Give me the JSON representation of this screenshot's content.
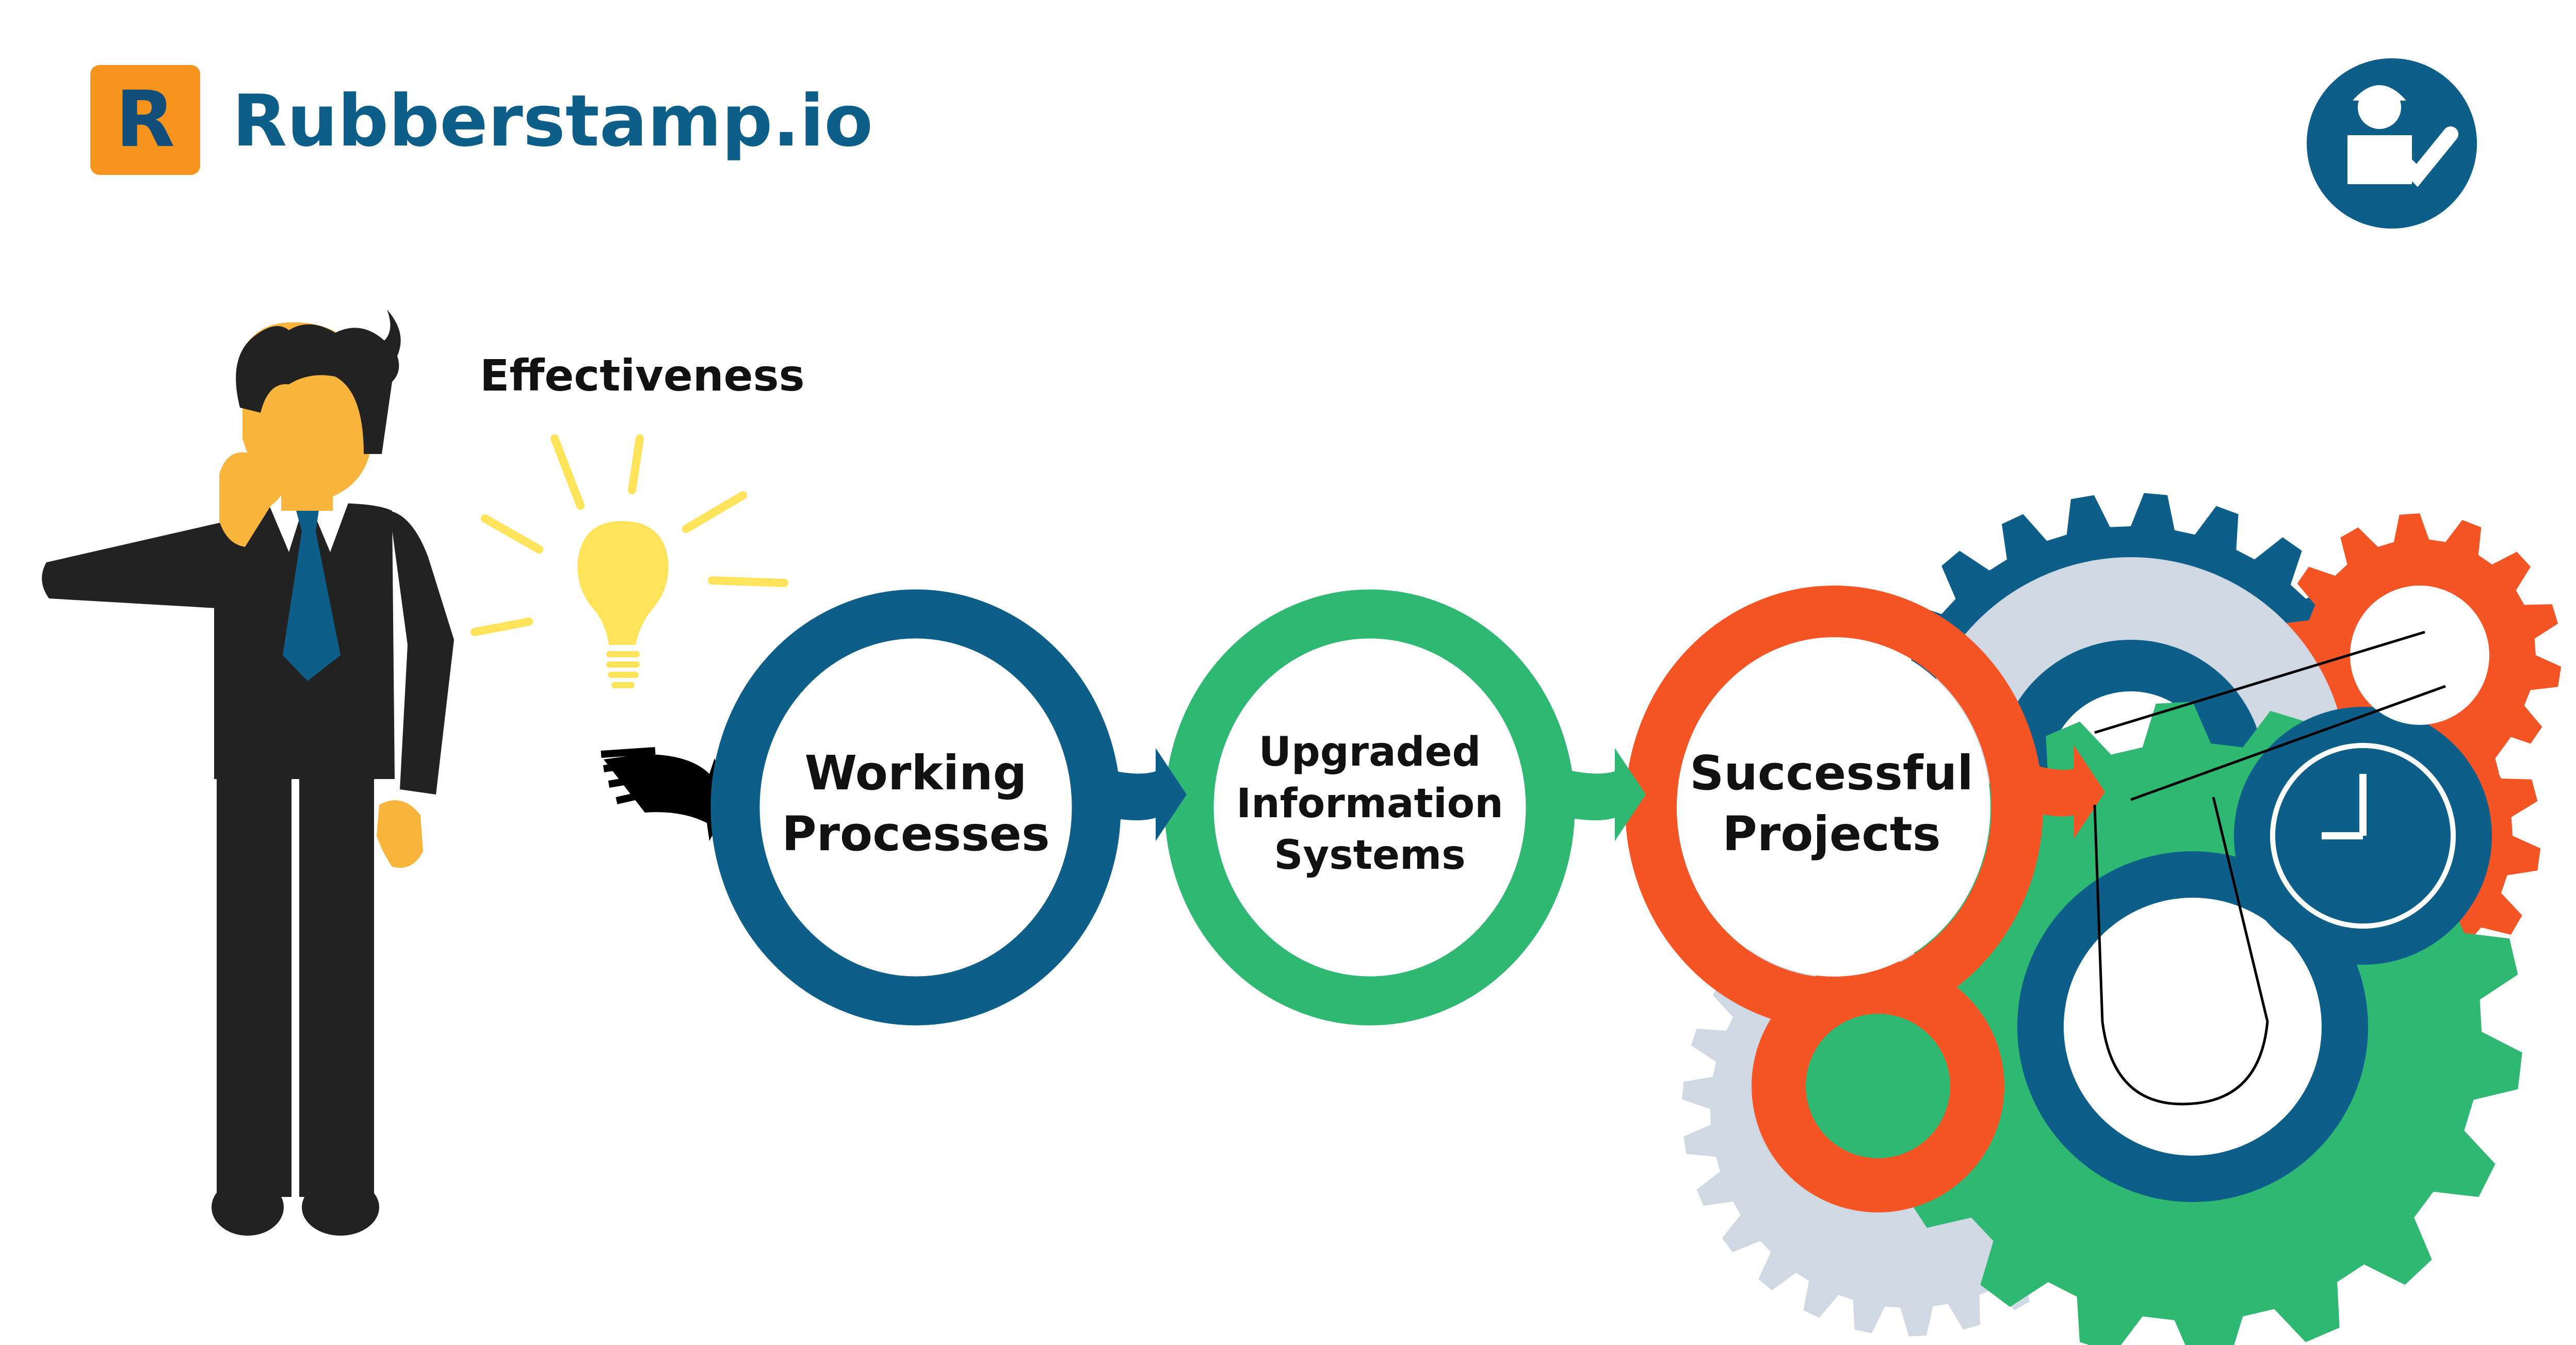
{
  "brand": {
    "letter": "R",
    "name": "Rubberstamp.io",
    "box_color": "#F7941D",
    "letter_color": "#114E7A",
    "name_color": "#0E5E8A"
  },
  "badge": {
    "icon": "engineer-check-icon",
    "color": "#0E5E8A"
  },
  "effectiveness": "Effectiveness",
  "steps": [
    {
      "lines": [
        "Working",
        "Processes"
      ],
      "color": "#0E5E8A"
    },
    {
      "lines": [
        "Upgraded",
        "Information",
        "Systems"
      ],
      "color": "#2EB872"
    },
    {
      "lines": [
        "Successful",
        "Projects"
      ],
      "color": "#F55524"
    }
  ],
  "colors": {
    "suit": "#222222",
    "skin": "#F9B43C",
    "tie": "#0E5E8A",
    "bulb": "#FFE35A",
    "gear_grey": "#CFD8E3",
    "gear_blue": "#0E5E8A",
    "gear_green": "#2EB872",
    "gear_orange": "#F55524"
  }
}
